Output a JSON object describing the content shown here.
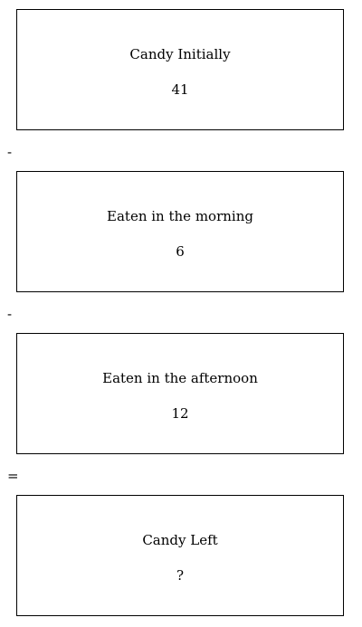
{
  "steps": [
    {
      "label": "Candy Initially",
      "value": "41"
    },
    {
      "label": "Eaten in the morning",
      "value": "6"
    },
    {
      "label": "Eaten in the afternoon",
      "value": "12"
    },
    {
      "label": "Candy Left",
      "value": "?"
    }
  ],
  "operators": [
    "-",
    "-",
    "="
  ]
}
